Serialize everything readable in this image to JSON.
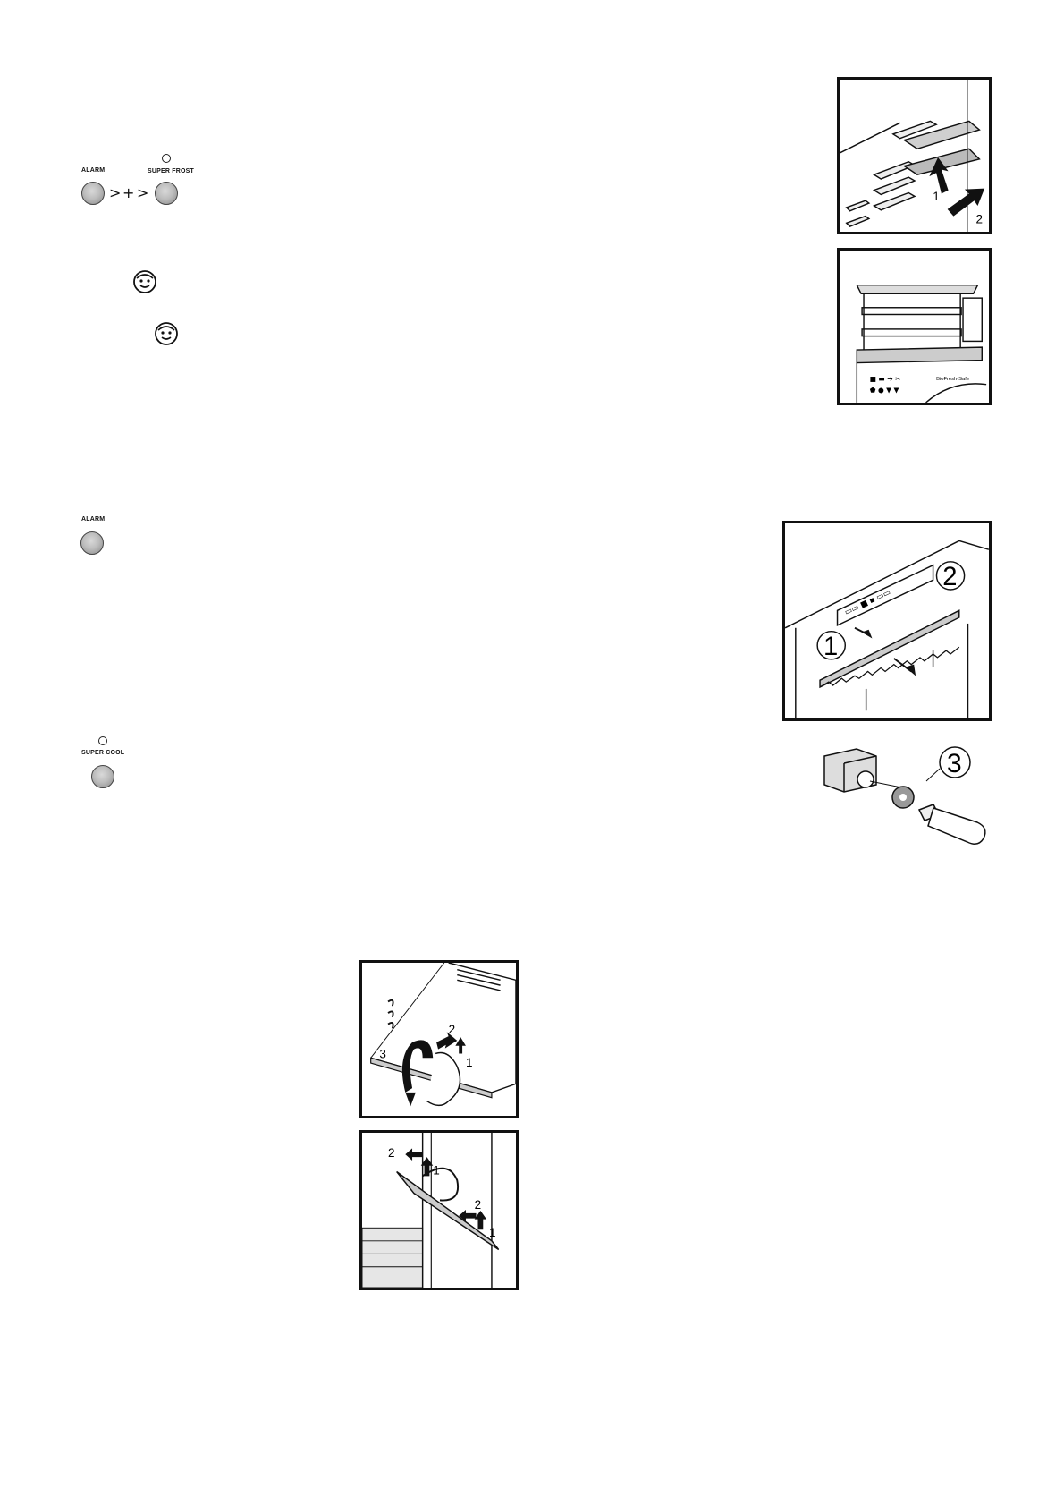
{
  "panel1": {
    "alarm_label": "ALARM",
    "superfrost_label": "SUPER FROST",
    "op1": ">",
    "op2": "+",
    "op3": ">"
  },
  "smiley_icon_1": "smiley-face-icon",
  "smiley_icon_2": "smiley-face-icon",
  "panel2": {
    "alarm_label": "ALARM"
  },
  "panel3": {
    "supercool_label": "SUPER COOL"
  },
  "figures": {
    "shelf_lift": {
      "n1": "1",
      "n2": "2"
    },
    "interior": {
      "brand": "BioFresh-Safe"
    },
    "control_panel": {
      "c1": "1",
      "c2": "2"
    },
    "lamp": {
      "c3": "3"
    },
    "shelf_remove": {
      "n1": "1",
      "n2": "2",
      "n3": "3"
    },
    "door_rack": {
      "a2": "2",
      "a1": "1",
      "b2": "2",
      "b1": "1"
    }
  }
}
